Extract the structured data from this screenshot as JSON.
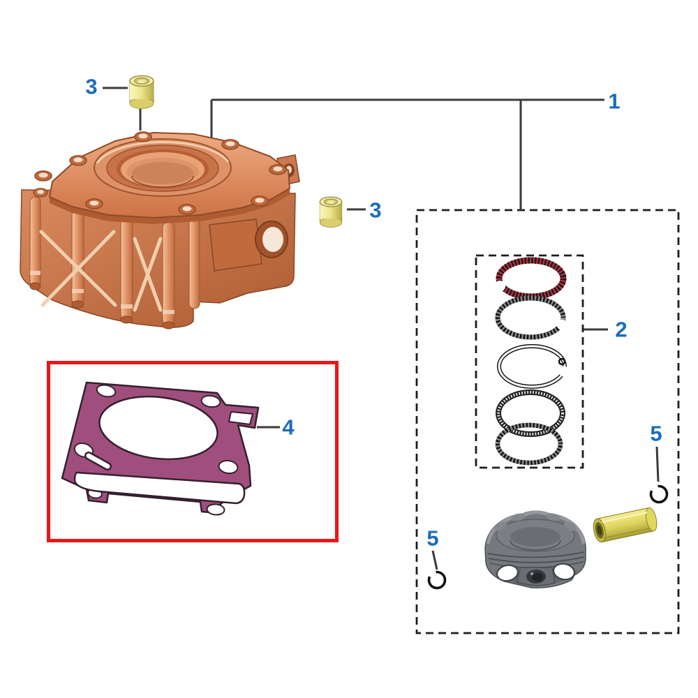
{
  "figure": {
    "type": "exploded-parts-diagram",
    "background": "#ffffff",
    "callout_color": "#1b6cbd",
    "line_color": "#3a3a3a",
    "dash_box_color": "#1c1c1c",
    "highlight_box_color": "#e81717",
    "callouts": {
      "c1": "1",
      "c2": "2",
      "c3_top": "3",
      "c3_right": "3",
      "c4": "4",
      "c5_left": "5",
      "c5_right": "5"
    },
    "parts": {
      "cylinder_block": {
        "callout": "1",
        "color": "#d6845c"
      },
      "piston_ring_set": {
        "callout": "2",
        "ring_count": 5,
        "top_ring_accent": "#c23040"
      },
      "dowel_pin": {
        "callout": "3",
        "count": 2,
        "color": "#ece387"
      },
      "cylinder_gasket": {
        "callout": "4",
        "color": "#a04e7d",
        "highlighted": true
      },
      "circlip": {
        "callout": "5",
        "count": 2,
        "color": "#101010"
      },
      "piston": {
        "color": "#75797d"
      },
      "piston_pin": {
        "color": "#e3d95c"
      }
    }
  }
}
